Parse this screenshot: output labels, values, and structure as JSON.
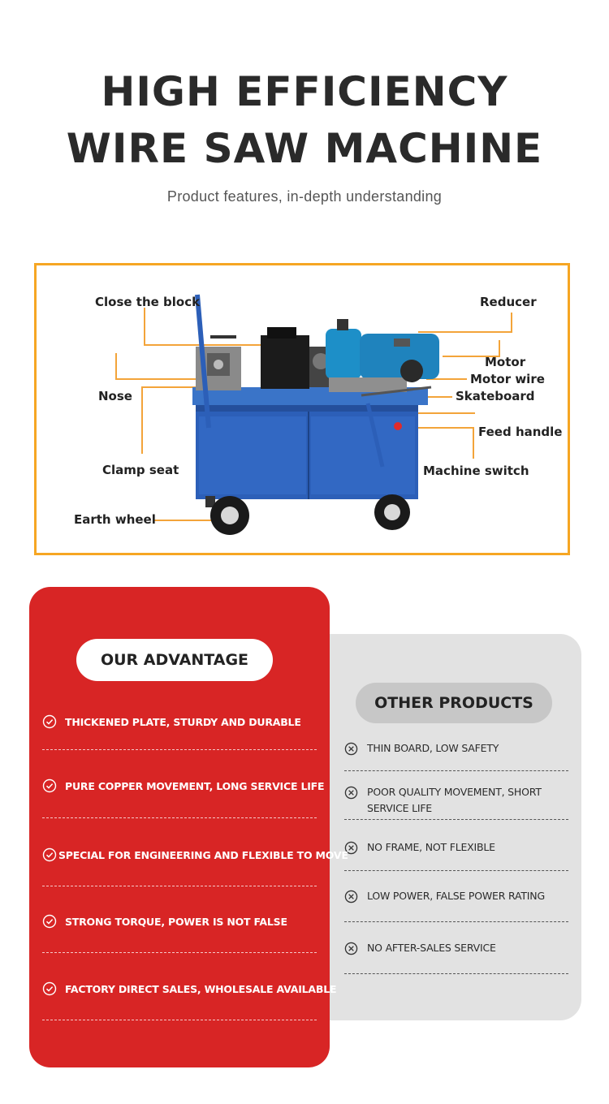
{
  "header": {
    "title_line1": "HIGH EFFICIENCY",
    "title_line2": "WIRE SAW MACHINE",
    "subtitle": "Product features, in-depth understanding"
  },
  "diagram": {
    "labels": {
      "close_the_block": "Close the block",
      "reducer": "Reducer",
      "motor": "Motor",
      "motor_wire": "Motor wire",
      "nose": "Nose",
      "skateboard": "Skateboard",
      "feed_handle": "Feed handle",
      "clamp_seat": "Clamp seat",
      "machine_switch": "Machine switch",
      "earth_wheel": "Earth wheel"
    },
    "colors": {
      "frame": "#f6a623",
      "leader": "#f3a43a",
      "body": "#2c5fb8",
      "motor": "#1d8fc8"
    }
  },
  "advantage": {
    "heading": "OUR ADVANTAGE",
    "icon": "check-circle-icon",
    "items": [
      "THICKENED PLATE, STURDY AND DURABLE",
      "PURE COPPER MOVEMENT, LONG SERVICE LIFE",
      "SPECIAL FOR ENGINEERING AND FLEXIBLE TO MOVE",
      "STRONG TORQUE, POWER IS NOT FALSE",
      "FACTORY DIRECT SALES, WHOLESALE AVAILABLE"
    ],
    "colors": {
      "panel": "#d82525"
    }
  },
  "other": {
    "heading": "OTHER PRODUCTS",
    "icon": "x-circle-icon",
    "items": [
      "THIN BOARD, LOW SAFETY",
      "POOR QUALITY MOVEMENT, SHORT SERVICE LIFE",
      "NO FRAME, NOT FLEXIBLE",
      "LOW POWER, FALSE POWER RATING",
      "NO AFTER-SALES SERVICE"
    ],
    "colors": {
      "panel": "#e2e2e2"
    }
  }
}
